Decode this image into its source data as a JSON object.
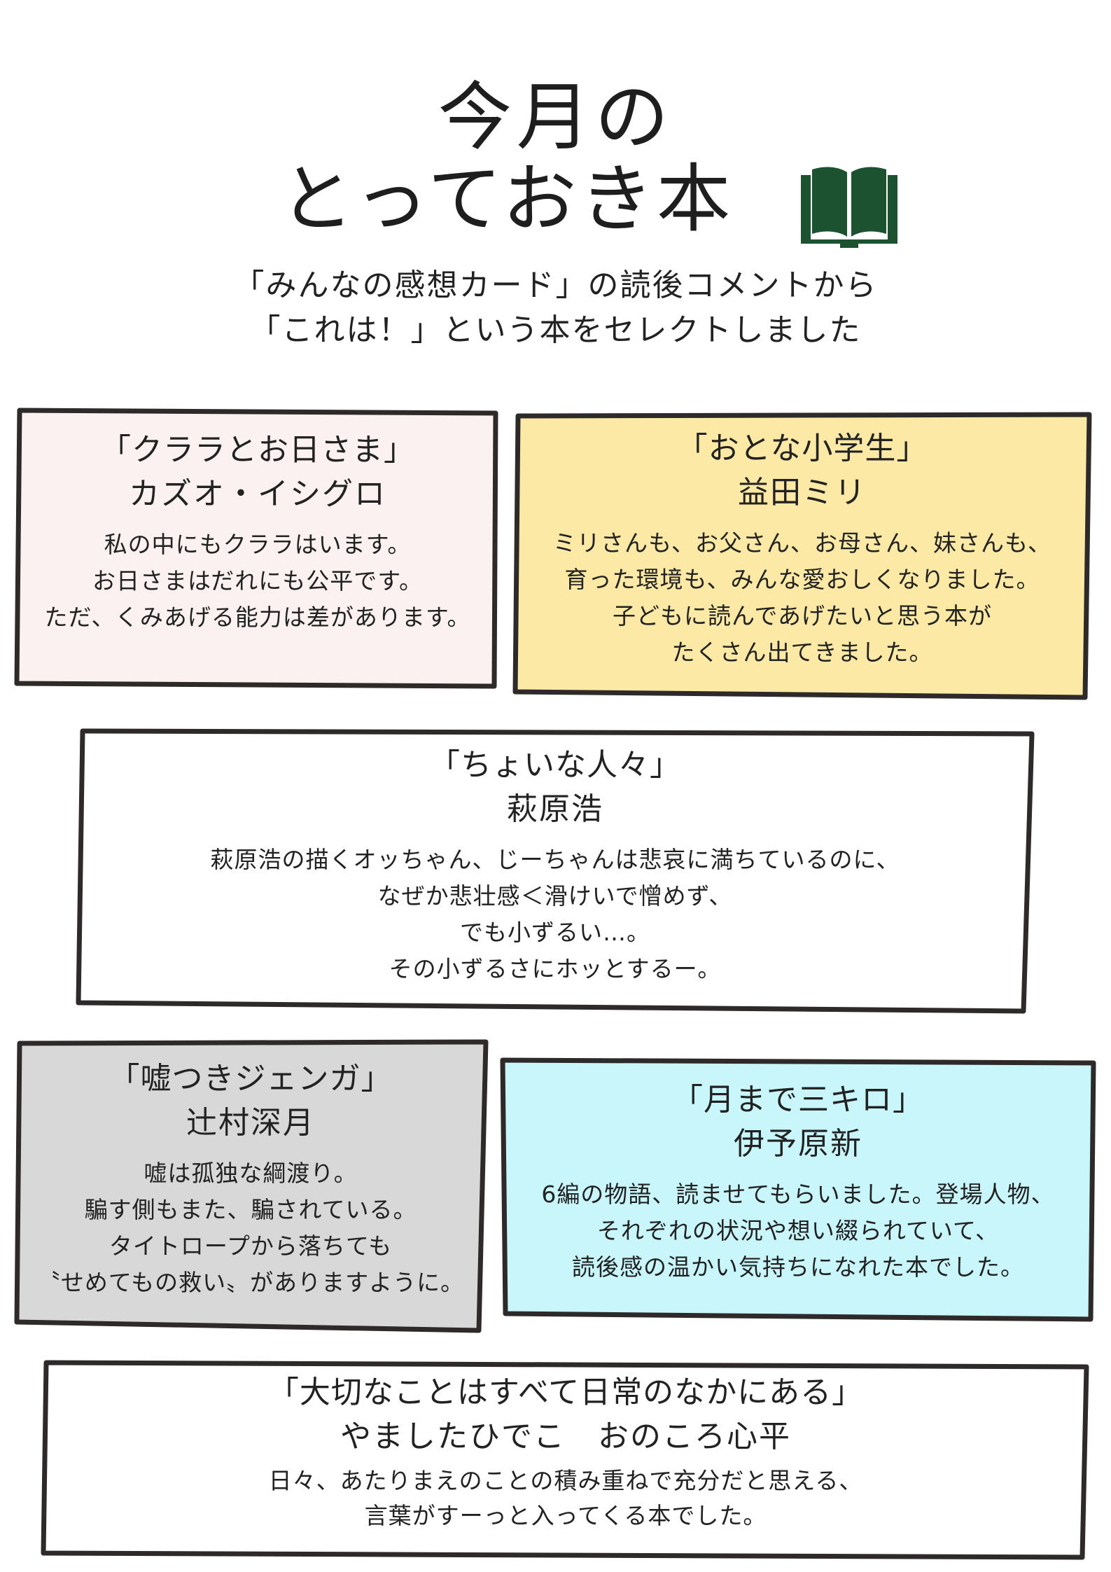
{
  "header": {
    "title_line1": "今月の",
    "title_line2": "とっておき本",
    "subtitle_line1": "「みんなの感想カード」の読後コメントから",
    "subtitle_line2": "「これは！」という本をセレクトしました"
  },
  "colors": {
    "card1": "#fbf1f1",
    "card2": "#fbe9a5",
    "card3": "#ffffff",
    "card4": "#d8d8d8",
    "card5": "#c8f6fb",
    "card6": "#ffffff",
    "border": "#2e2a2a",
    "book": "#1d5231"
  },
  "books": [
    {
      "title": "「クララとお日さま」",
      "author": "カズオ・イシグロ",
      "comment": [
        "私の中にもクララはいます。",
        "お日さまはだれにも公平です。",
        "ただ、くみあげる能力は差があります。"
      ]
    },
    {
      "title": "「おとな小学生」",
      "author": "益田ミリ",
      "comment": [
        "ミリさんも、お父さん、お母さん、妹さんも、",
        "育った環境も、みんな愛おしくなりました。",
        "子どもに読んであげたいと思う本が",
        "たくさん出てきました。"
      ]
    },
    {
      "title": "「ちょいな人々」",
      "author": "萩原浩",
      "comment": [
        "萩原浩の描くオッちゃん、じーちゃんは悲哀に満ちているのに、",
        "なぜか悲壮感＜滑けいで憎めず、",
        "でも小ずるい…。",
        "その小ずるさにホッとするー。"
      ]
    },
    {
      "title": "「嘘つきジェンガ」",
      "author": "辻村深月",
      "comment": [
        "嘘は孤独な綱渡り。",
        "騙す側もまた、騙されている。",
        "タイトロープから落ちても",
        "〝せめてもの救い〟がありますように。"
      ]
    },
    {
      "title": "「月まで三キロ」",
      "author": "伊予原新",
      "comment": [
        "6編の物語、読ませてもらいました。登場人物、",
        "それぞれの状況や想い綴られていて、",
        "読後感の温かい気持ちになれた本でした。"
      ]
    },
    {
      "title": "「大切なことはすべて日常のなかにある」",
      "author": "やましたひでこ　おのころ心平",
      "comment": [
        "日々、あたりまえのことの積み重ねで充分だと思える、",
        "言葉がすーっと入ってくる本でした。"
      ]
    }
  ]
}
